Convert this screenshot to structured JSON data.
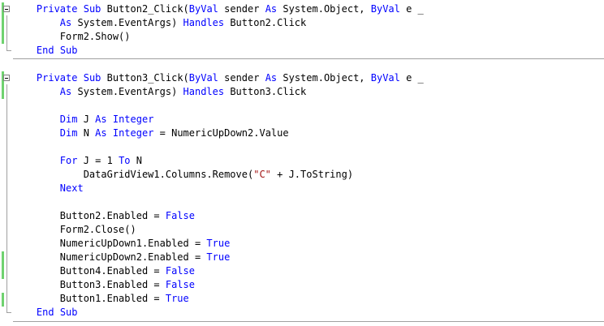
{
  "editor": {
    "language": "VB.NET",
    "colors": {
      "keyword": "#0000ff",
      "string": "#a31515",
      "text": "#000000",
      "changebar": "#6fd26f"
    },
    "lines": [
      [
        {
          "t": "    "
        },
        {
          "t": "Private",
          "k": "kw"
        },
        {
          "t": " "
        },
        {
          "t": "Sub",
          "k": "kw"
        },
        {
          "t": " Button2_Click("
        },
        {
          "t": "ByVal",
          "k": "kw"
        },
        {
          "t": " sender "
        },
        {
          "t": "As",
          "k": "kw"
        },
        {
          "t": " System.Object, "
        },
        {
          "t": "ByVal",
          "k": "kw"
        },
        {
          "t": " e _"
        }
      ],
      [
        {
          "t": "        "
        },
        {
          "t": "As",
          "k": "kw"
        },
        {
          "t": " System.EventArgs) "
        },
        {
          "t": "Handles",
          "k": "kw"
        },
        {
          "t": " Button2.Click"
        }
      ],
      [
        {
          "t": "        Form2.Show()"
        }
      ],
      [
        {
          "t": "    "
        },
        {
          "t": "End",
          "k": "kw"
        },
        {
          "t": " "
        },
        {
          "t": "Sub",
          "k": "kw"
        }
      ],
      [
        {
          "t": ""
        }
      ],
      [
        {
          "t": "    "
        },
        {
          "t": "Private",
          "k": "kw"
        },
        {
          "t": " "
        },
        {
          "t": "Sub",
          "k": "kw"
        },
        {
          "t": " Button3_Click("
        },
        {
          "t": "ByVal",
          "k": "kw"
        },
        {
          "t": " sender "
        },
        {
          "t": "As",
          "k": "kw"
        },
        {
          "t": " System.Object, "
        },
        {
          "t": "ByVal",
          "k": "kw"
        },
        {
          "t": " e _"
        }
      ],
      [
        {
          "t": "        "
        },
        {
          "t": "As",
          "k": "kw"
        },
        {
          "t": " System.EventArgs) "
        },
        {
          "t": "Handles",
          "k": "kw"
        },
        {
          "t": " Button3.Click"
        }
      ],
      [
        {
          "t": ""
        }
      ],
      [
        {
          "t": "        "
        },
        {
          "t": "Dim",
          "k": "kw"
        },
        {
          "t": " J "
        },
        {
          "t": "As",
          "k": "kw"
        },
        {
          "t": " "
        },
        {
          "t": "Integer",
          "k": "kw"
        }
      ],
      [
        {
          "t": "        "
        },
        {
          "t": "Dim",
          "k": "kw"
        },
        {
          "t": " N "
        },
        {
          "t": "As",
          "k": "kw"
        },
        {
          "t": " "
        },
        {
          "t": "Integer",
          "k": "kw"
        },
        {
          "t": " = NumericUpDown2.Value"
        }
      ],
      [
        {
          "t": ""
        }
      ],
      [
        {
          "t": "        "
        },
        {
          "t": "For",
          "k": "kw"
        },
        {
          "t": " J = 1 "
        },
        {
          "t": "To",
          "k": "kw"
        },
        {
          "t": " N"
        }
      ],
      [
        {
          "t": "            DataGridView1.Columns.Remove("
        },
        {
          "t": "\"C\"",
          "k": "str"
        },
        {
          "t": " + J.ToString)"
        }
      ],
      [
        {
          "t": "        "
        },
        {
          "t": "Next",
          "k": "kw"
        }
      ],
      [
        {
          "t": ""
        }
      ],
      [
        {
          "t": "        Button2.Enabled = "
        },
        {
          "t": "False",
          "k": "kw"
        }
      ],
      [
        {
          "t": "        Form2.Close()"
        }
      ],
      [
        {
          "t": "        NumericUpDown1.Enabled = "
        },
        {
          "t": "True",
          "k": "kw"
        }
      ],
      [
        {
          "t": "        NumericUpDown2.Enabled = "
        },
        {
          "t": "True",
          "k": "kw"
        }
      ],
      [
        {
          "t": "        Button4.Enabled = "
        },
        {
          "t": "False",
          "k": "kw"
        }
      ],
      [
        {
          "t": "        Button3.Enabled = "
        },
        {
          "t": "False",
          "k": "kw"
        }
      ],
      [
        {
          "t": "        Button1.Enabled = "
        },
        {
          "t": "True",
          "k": "kw"
        }
      ],
      [
        {
          "t": "    "
        },
        {
          "t": "End",
          "k": "kw"
        },
        {
          "t": " "
        },
        {
          "t": "Sub",
          "k": "kw"
        }
      ]
    ]
  }
}
